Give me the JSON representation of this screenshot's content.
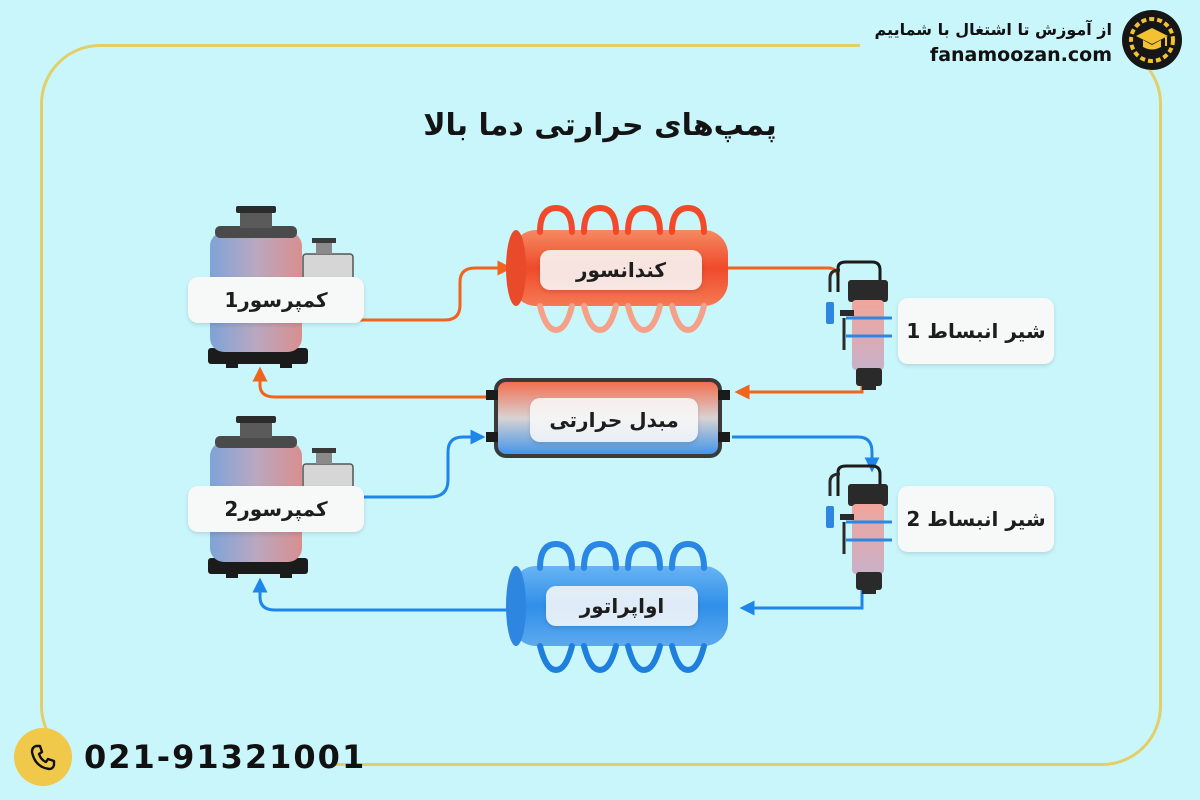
{
  "brand": {
    "tagline": "از آموزش تا اشتغال با شماییم",
    "site": "fanamoozan.com",
    "logo_icon": "graduation-cap-gear-icon"
  },
  "title": "پمپ‌های حرارتی دما بالا",
  "components": {
    "compressor1": "کمپرسور1",
    "compressor2": "کمپرسور2",
    "condenser": "کندانسور",
    "heat_exchanger": "مبدل حرارتی",
    "evaporator": "اواپراتور",
    "valve1": "شیر انبساط 1",
    "valve2": "شیر انبساط 2"
  },
  "colors": {
    "hot": "#f0641e",
    "cold": "#1e86e8",
    "frame": "#e2cf6a",
    "background": "#c9f6fb"
  },
  "contact": {
    "phone": "021-91321001",
    "phone_icon": "phone-icon"
  }
}
